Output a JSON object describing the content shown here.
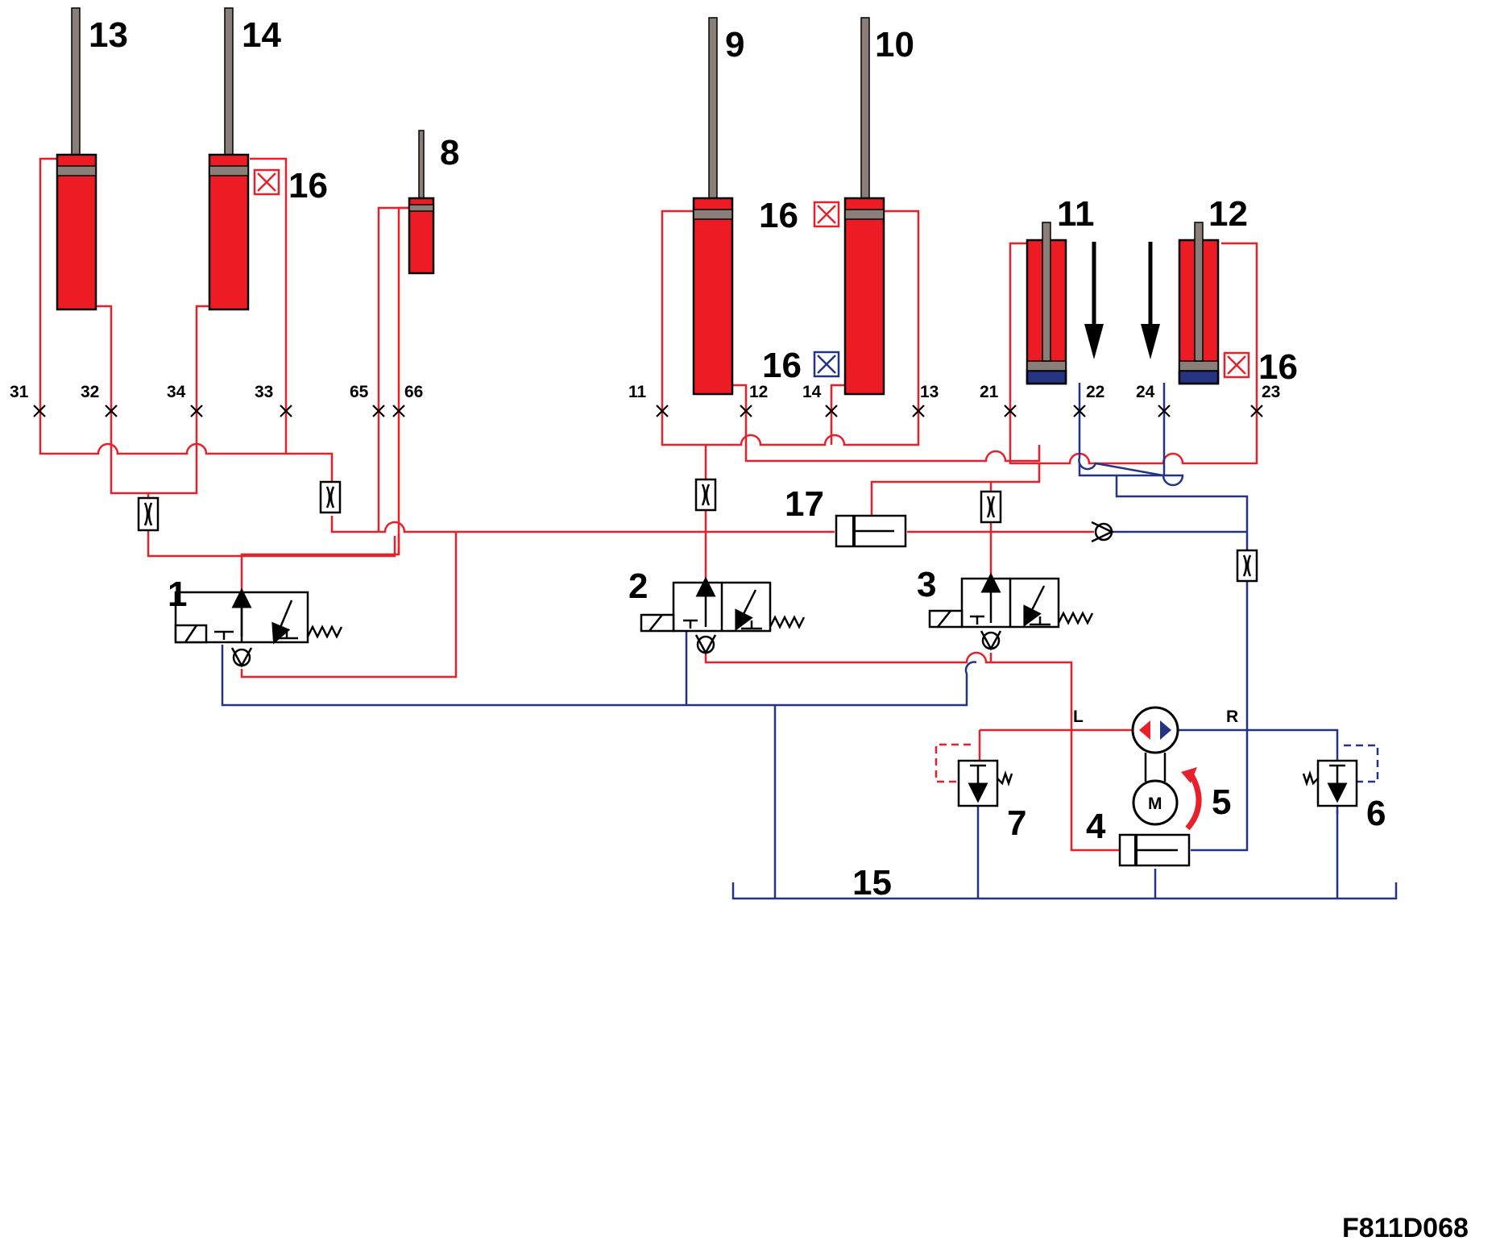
{
  "figure_code": "F811D068",
  "component_labels": {
    "c1": "1",
    "c2": "2",
    "c3": "3",
    "c4": "4",
    "c5": "5",
    "c6": "6",
    "c7": "7",
    "c8": "8",
    "c9": "9",
    "c10": "10",
    "c11": "11",
    "c12": "12",
    "c13": "13",
    "c14": "14",
    "c15": "15",
    "c16a": "16",
    "c16b": "16",
    "c16c": "16",
    "c16d": "16",
    "c17": "17"
  },
  "port_labels": {
    "p31": "31",
    "p32": "32",
    "p34": "34",
    "p33": "33",
    "p65": "65",
    "p66": "66",
    "p11": "11",
    "p12": "12",
    "p14": "14",
    "p13": "13",
    "p21": "21",
    "p22": "22",
    "p24": "24",
    "p23": "23"
  },
  "pump_port_labels": {
    "left": "L",
    "right": "R"
  },
  "motor_label": "M",
  "colors": {
    "pressure": "#e8202a",
    "return": "#253383",
    "cylinder_fill": "#ed1c24",
    "rod": "#8a7e78"
  }
}
